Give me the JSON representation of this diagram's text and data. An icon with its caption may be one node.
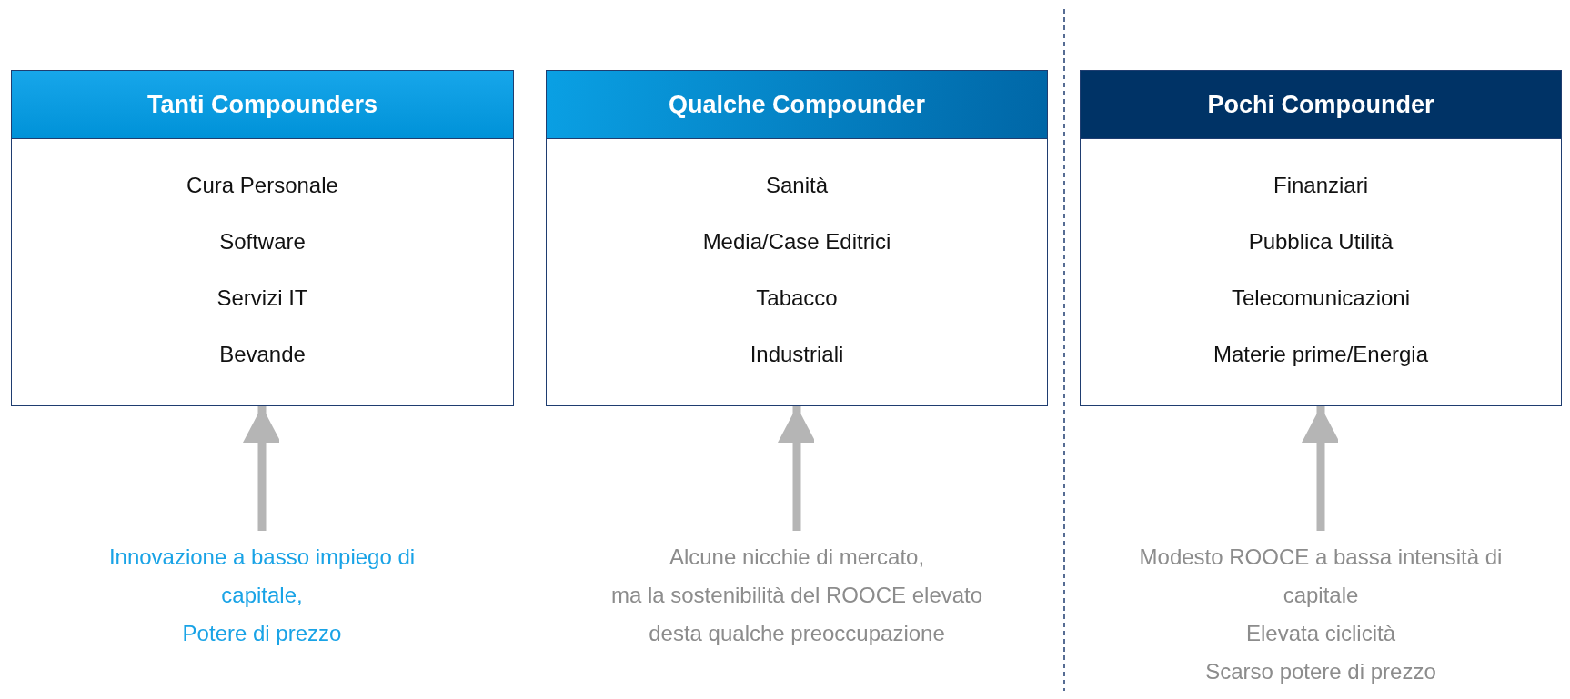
{
  "diagram": {
    "nodes": [
      {
        "text": [
          "Tanti Compounders",
          "Cura Personale",
          "Software",
          "Servizi IT",
          "Bevande"
        ]
      },
      {
        "text": [
          "Qualche Compounder",
          "Sanità",
          "Media/Case Editrici",
          "Tabacco",
          "Industriali"
        ]
      },
      {
        "text": [
          "Pochi Compounder",
          "Finanziari",
          "Pubblica Utilità",
          "Telecomunicazioni",
          "Materie prime/Energia"
        ]
      },
      {
        "text": [
          "Innovazione a basso impiego di capitale,",
          "Potere di prezzo"
        ]
      },
      {
        "text": [
          "Alcune nicchie di mercato,",
          "ma la sostenibilità del ROOCE elevato desta qualche preoccupazione"
        ]
      },
      {
        "text": [
          "Modesto ROOCE a bassa intensità di capitale",
          "Elevata ciclicità",
          "Scarso potere di prezzo"
        ]
      }
    ],
    "edges": [
      {
        "from": 3,
        "to": 0,
        "arrow": "to"
      },
      {
        "from": 4,
        "to": 1,
        "arrow": "to"
      },
      {
        "from": 5,
        "to": 2,
        "arrow": "to"
      }
    ]
  }
}
